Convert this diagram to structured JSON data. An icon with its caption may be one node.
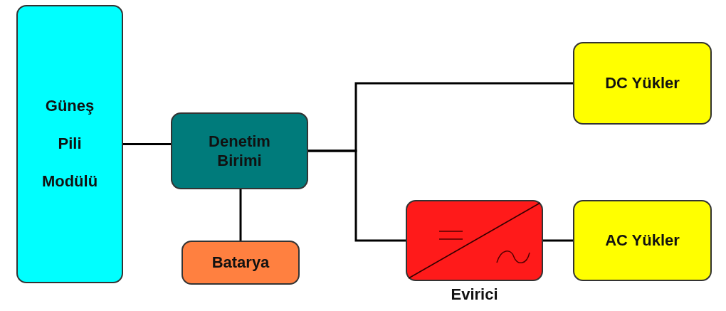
{
  "diagram": {
    "nodes": [
      {
        "text": [
          "Güneş Pili Modülü"
        ]
      },
      {
        "text": [
          "Denetim Birimi"
        ]
      },
      {
        "text": [
          "DC Yükler"
        ]
      },
      {
        "text": [
          "Evirici"
        ]
      },
      {
        "text": [
          "AC Yükler"
        ]
      },
      {
        "text": [
          "Batarya"
        ]
      }
    ],
    "edges": [
      {
        "from": 0,
        "to": 1,
        "arrow": "none"
      },
      {
        "from": 1,
        "to": 2,
        "arrow": "none"
      },
      {
        "from": 1,
        "to": 3,
        "arrow": "none"
      },
      {
        "from": 3,
        "to": 4,
        "arrow": "none"
      },
      {
        "from": 1,
        "to": 5,
        "arrow": "none"
      }
    ]
  }
}
